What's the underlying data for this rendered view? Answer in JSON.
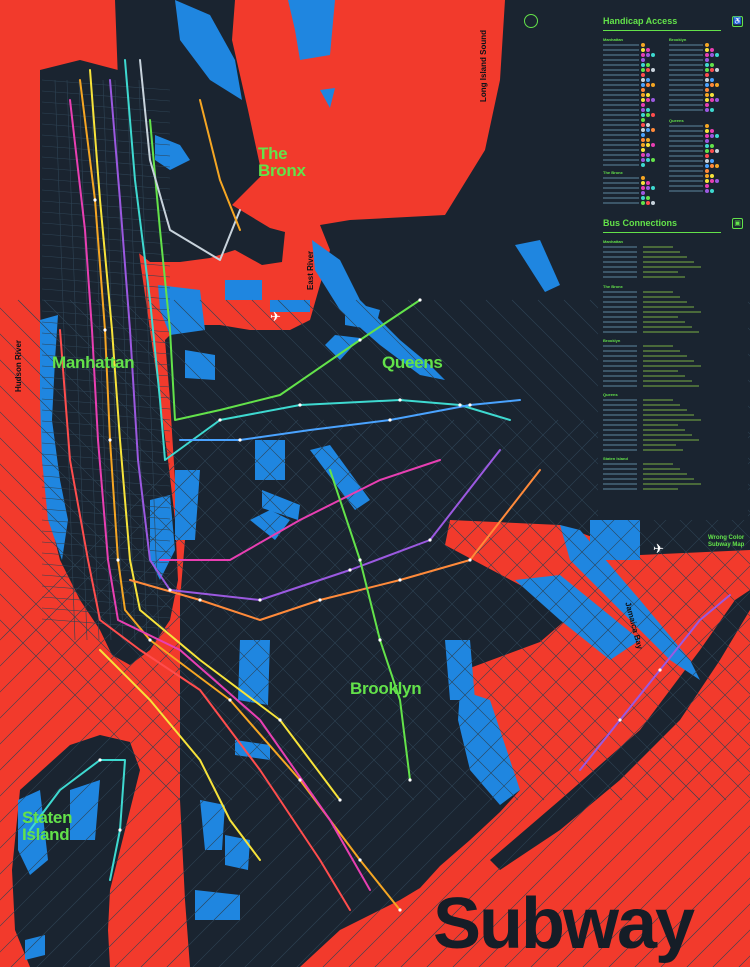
{
  "title": "Subway",
  "boroughs": {
    "bronx": "The Bronx",
    "manhattan": "Manhattan",
    "queens": "Queens",
    "brooklyn": "Brooklyn",
    "staten_island": "Staten Island"
  },
  "waters": {
    "hudson": "Hudson River",
    "east": "East River",
    "long_island_sound": "Long Island Sound",
    "jamaica_bay": "Jamaica Bay"
  },
  "credit": "Wrong Color Subway Map",
  "legend": {
    "handicap_title": "Handicap Access",
    "bus_title": "Bus Connections",
    "handicap_icon": "wheelchair-icon",
    "bus_icon": "bus-icon",
    "handicap_sections": {
      "manhattan": "Manhattan",
      "brooklyn": "Brooklyn",
      "queens": "Queens",
      "bronx": "The Bronx"
    },
    "bus_sections": {
      "manhattan": "Manhattan",
      "bronx": "The Bronx",
      "brooklyn": "Brooklyn",
      "queens": "Queens",
      "staten_island": "Staten Island"
    }
  },
  "icons": {
    "airport": "airplane-icon",
    "compass": "compass-icon"
  },
  "colors": {
    "land": "#1a2430",
    "sea": "#f23a2c",
    "water": "#1f86e0",
    "accent": "#63e24a",
    "street": "#2e4354"
  },
  "lines": [
    {
      "color": "#f5a623"
    },
    {
      "color": "#f7e33a"
    },
    {
      "color": "#e83fb2"
    },
    {
      "color": "#9b59e0"
    },
    {
      "color": "#3ed9d0"
    },
    {
      "color": "#63e24a"
    },
    {
      "color": "#ff4d4d"
    },
    {
      "color": "#c8d3dc"
    },
    {
      "color": "#4aa3ff"
    },
    {
      "color": "#ff8a3a"
    }
  ]
}
